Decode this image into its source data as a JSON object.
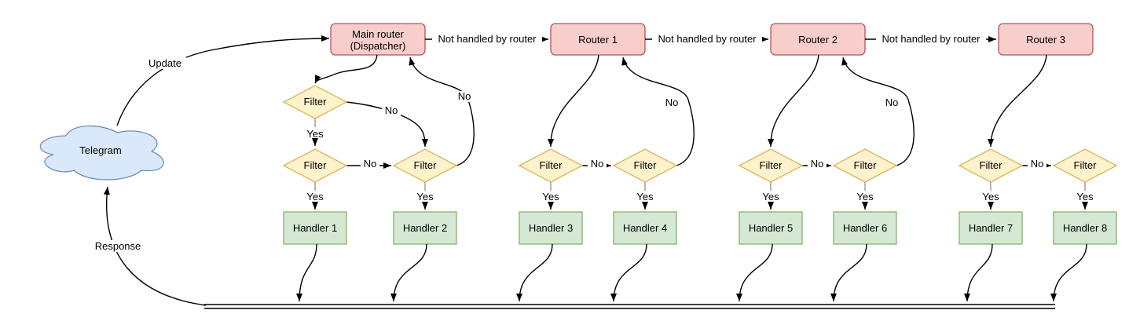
{
  "colors": {
    "router_fill": "#f8cecc",
    "router_stroke": "#b85450",
    "filter_fill": "#fff2cc",
    "filter_stroke": "#d6b656",
    "handler_fill": "#d5e8d4",
    "handler_stroke": "#82b366",
    "cloud_fill": "#dae8fc",
    "cloud_stroke": "#6c8ebf",
    "edge": "#000000",
    "yes_stub": "#999999"
  },
  "cloud": {
    "label": "Telegram"
  },
  "labels": {
    "update": "Update",
    "response": "Response",
    "not_handled": "Not handled by router",
    "yes": "Yes",
    "no": "No",
    "filter": "Filter"
  },
  "routers": [
    {
      "label": "Main router",
      "sublabel": "(Dispatcher)"
    },
    {
      "label": "Router 1"
    },
    {
      "label": "Router 2"
    },
    {
      "label": "Router 3"
    }
  ],
  "handlers": [
    {
      "label": "Handler 1"
    },
    {
      "label": "Handler 2"
    },
    {
      "label": "Handler 3"
    },
    {
      "label": "Handler 4"
    },
    {
      "label": "Handler 5"
    },
    {
      "label": "Handler 6"
    },
    {
      "label": "Handler 7"
    },
    {
      "label": "Handler 8"
    }
  ]
}
